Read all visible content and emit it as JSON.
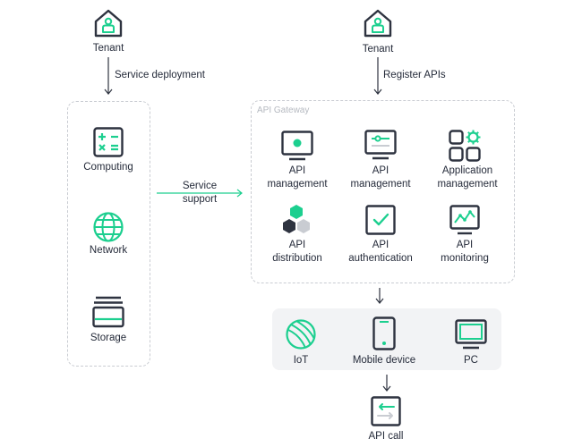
{
  "left_column": {
    "tenant_label": "Tenant",
    "arrow_label": "Service deployment",
    "items": [
      {
        "label": "Computing",
        "icon": "computing-icon"
      },
      {
        "label": "Network",
        "icon": "network-icon"
      },
      {
        "label": "Storage",
        "icon": "storage-icon"
      }
    ]
  },
  "service_support": {
    "line1": "Service",
    "line2": "support"
  },
  "right_column": {
    "tenant_label": "Tenant",
    "arrow_label": "Register APIs",
    "gateway_title": "API Gateway",
    "gateway_items": [
      {
        "line1": "API",
        "line2": "management",
        "icon": "api-management-screen-icon"
      },
      {
        "line1": "API",
        "line2": "management",
        "icon": "api-management-slider-icon"
      },
      {
        "line1": "Application",
        "line2": "management",
        "icon": "application-grid-icon"
      },
      {
        "line1": "API",
        "line2": "distribution",
        "icon": "hexagon-cluster-icon"
      },
      {
        "line1": "API",
        "line2": "authentication",
        "icon": "checkmark-icon"
      },
      {
        "line1": "API",
        "line2": "monitoring",
        "icon": "line-graph-icon"
      }
    ],
    "clients": [
      {
        "label": "IoT",
        "icon": "globe-icon"
      },
      {
        "label": "Mobile device",
        "icon": "mobile-device-icon"
      },
      {
        "label": "PC",
        "icon": "monitor-icon"
      }
    ],
    "api_call_label": "API call"
  },
  "colors": {
    "accent": "#1ccf8f",
    "stroke": "#2e3340",
    "dashed": "#c9ccd2",
    "panel": "#f2f3f5",
    "muted": "#b5b9c0"
  }
}
